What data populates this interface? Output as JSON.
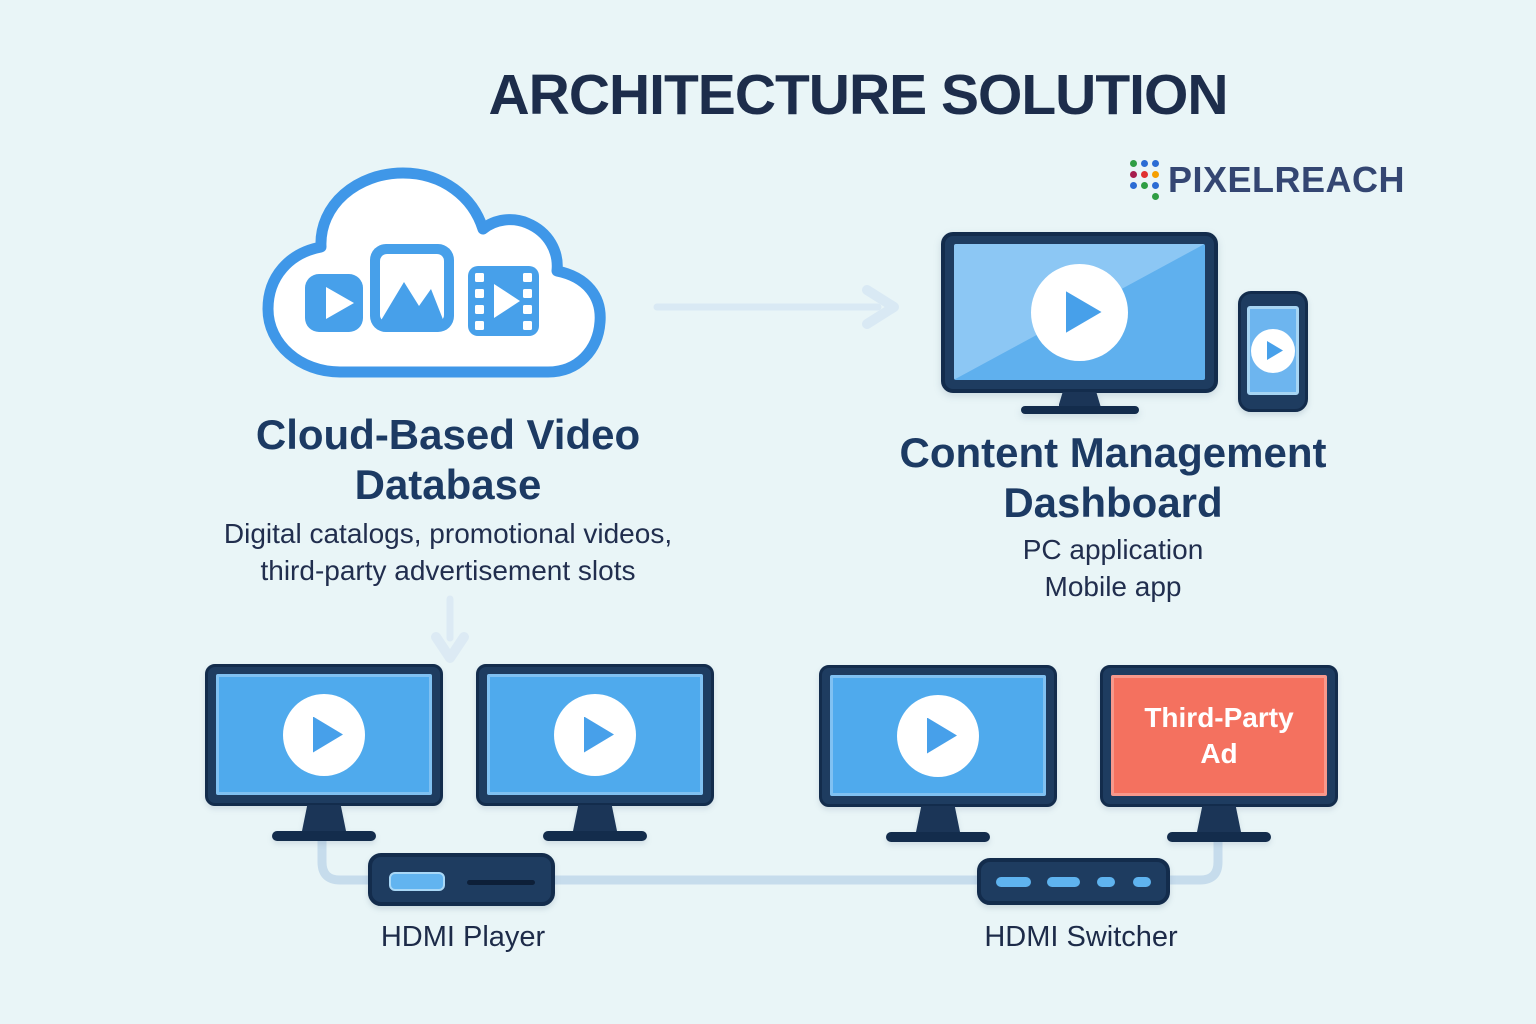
{
  "title": "ARCHITECTURE SOLUTION",
  "logo": {
    "text": "PIXELREACH",
    "dots_icon": "pixel-dot-matrix-icon",
    "dot_grid": [
      [
        "#2f9e44",
        "#2b6cd4",
        "#2b6cd4"
      ],
      [
        "#a61e4d",
        "#e03131",
        "#f59f00"
      ],
      [
        "#2b6cd4",
        "#2f9e44",
        "#2b6cd4"
      ],
      [
        null,
        null,
        "#2f9e44"
      ]
    ]
  },
  "cloud_database": {
    "icon": "cloud-media-icon",
    "inner_icons": [
      "play-icon",
      "image-icon",
      "film-strip-icon"
    ],
    "title_lines": [
      "Cloud-Based Video",
      "Database"
    ],
    "subtitle_lines": [
      "Digital catalogs, promotional videos,",
      "third-party advertisement slots"
    ]
  },
  "dashboard": {
    "icons": [
      "monitor-play-icon",
      "phone-play-icon"
    ],
    "title_lines": [
      "Content Management",
      "Dashboard"
    ],
    "subtitle_lines": [
      "PC application",
      "Mobile app"
    ]
  },
  "display_row": {
    "monitors_with_play": 3,
    "ad_screen_lines": [
      "Third-Party",
      "Ad"
    ]
  },
  "devices": {
    "player_label": "HDMI Player",
    "switcher_label": "HDMI Switcher"
  },
  "connectors": [
    "arrow-right-cloud-to-dashboard",
    "arrow-down-cloud-to-displays",
    "cable-monitor1-to-player",
    "cable-player-to-switcher",
    "cable-ad-monitor-to-switcher"
  ],
  "colors": {
    "background": "#e9f5f7",
    "navy_frame": "#1e3c60",
    "navy_dark": "#132c4c",
    "screen_blue": "#4faaed",
    "screen_blue_light": "#8cc7f4",
    "icon_blue": "#47a0ea",
    "coral": "#f4715f",
    "cable": "#c6dcec",
    "arrow": "#d9e9f4",
    "heading_navy": "#1c3a63",
    "text_dark": "#212e4e",
    "title_navy": "#1d2d4b",
    "logo_text": "#344672",
    "cloud_stroke": "#3f97e8"
  }
}
